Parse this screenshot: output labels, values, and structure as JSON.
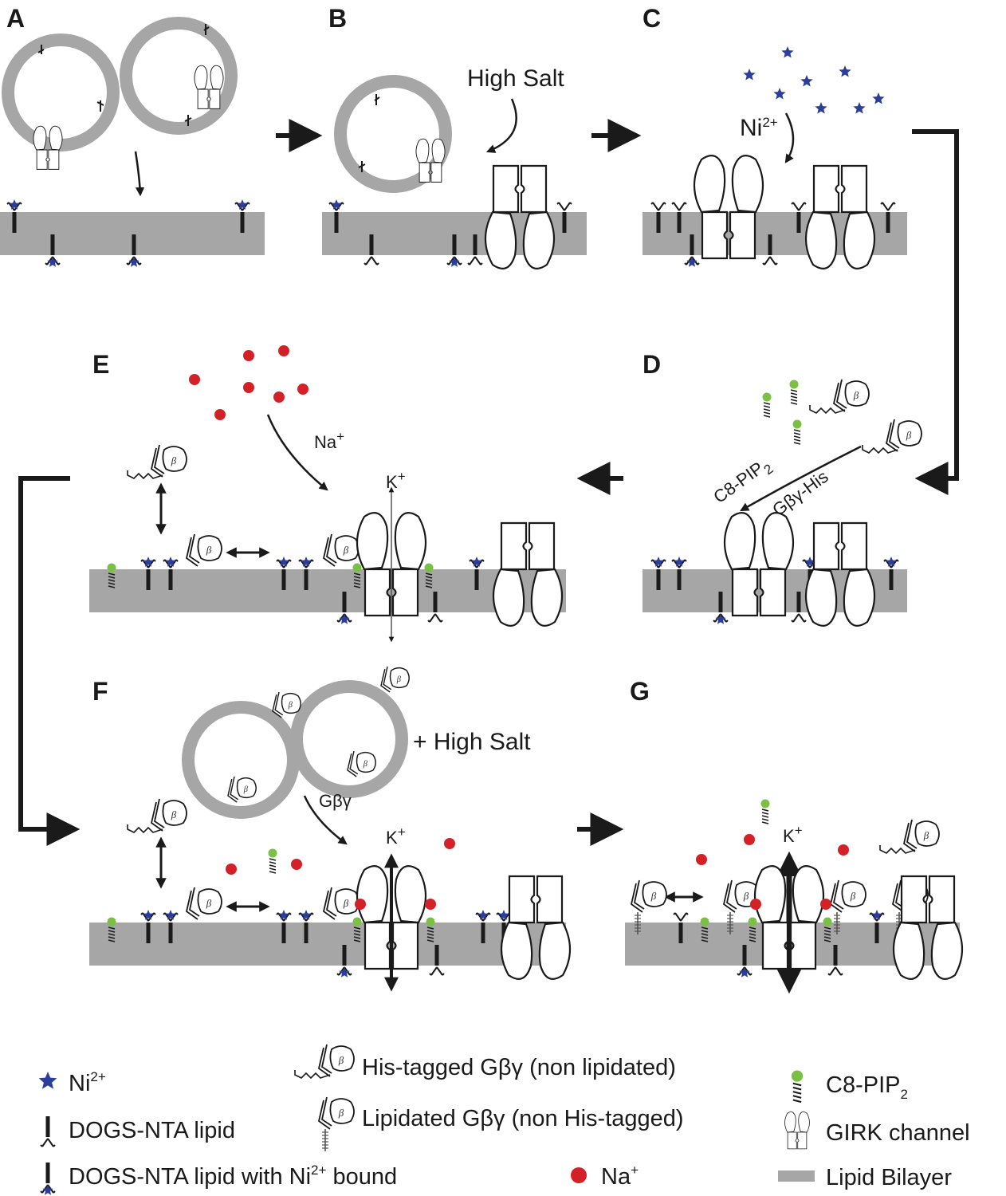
{
  "panels": {
    "A": {
      "label": "A"
    },
    "B": {
      "label": "B",
      "annotation": "High Salt"
    },
    "C": {
      "label": "C",
      "annotation": "Ni",
      "annotation_sup": "2+"
    },
    "D": {
      "label": "D",
      "reagent_1": "C8-PIP",
      "reagent_1_sub": "2",
      "reagent_2": "Gβγ-His"
    },
    "E": {
      "label": "E",
      "ion": "Na",
      "ion_sup": "+",
      "flux": "K",
      "flux_sup": "+"
    },
    "F": {
      "label": "F",
      "annotation": "+ High Salt",
      "reagent": "Gβγ",
      "flux": "K",
      "flux_sup": "+"
    },
    "G": {
      "label": "G",
      "flux": "K",
      "flux_sup": "+"
    }
  },
  "subunit_letter": "β",
  "legend": {
    "ni": {
      "text": "Ni",
      "sup": "2+"
    },
    "dogs_nta": {
      "text": "DOGS-NTA lipid"
    },
    "dogs_nta_ni": {
      "text": "DOGS-NTA lipid with Ni",
      "sup": "2+",
      "tail": " bound"
    },
    "his_gby": {
      "text": "His-tagged Gβγ (non lipidated)"
    },
    "lip_gby": {
      "text": "Lipidated Gβγ (non His-tagged)"
    },
    "na": {
      "text": "Na",
      "sup": "+"
    },
    "pip2": {
      "text": "C8-PIP",
      "sub": "2"
    },
    "girk": {
      "text": "GIRK channel"
    },
    "bilayer": {
      "text": "Lipid Bilayer"
    }
  },
  "colors": {
    "bilayer": "#a6a6a6",
    "nickel_star": "#2b3f9a",
    "sodium": "#d42027",
    "pip2_head": "#7ac143",
    "ink": "#1a1a1a"
  }
}
